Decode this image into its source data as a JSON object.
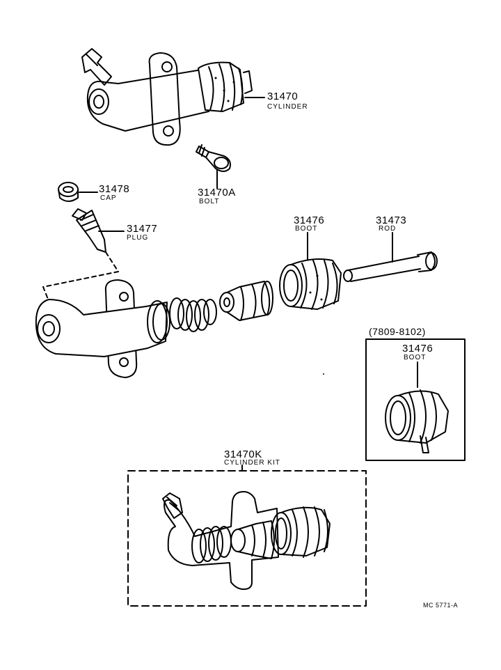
{
  "parts": [
    {
      "key": "cylinder",
      "number": "31470",
      "name": "CYLINDER"
    },
    {
      "key": "bolt",
      "number": "31470A",
      "name": "BOLT"
    },
    {
      "key": "cap",
      "number": "31478",
      "name": "CAP"
    },
    {
      "key": "plug",
      "number": "31477",
      "name": "PLUG"
    },
    {
      "key": "boot",
      "number": "31476",
      "name": "BOOT"
    },
    {
      "key": "rod",
      "number": "31473",
      "name": "ROD"
    }
  ],
  "variant": {
    "date_range": "(7809-8102)",
    "number": "31476",
    "name": "BOOT"
  },
  "kit": {
    "number": "31470K",
    "name": "CYLINDER KIT"
  },
  "footer_code": "MC 5771-A"
}
